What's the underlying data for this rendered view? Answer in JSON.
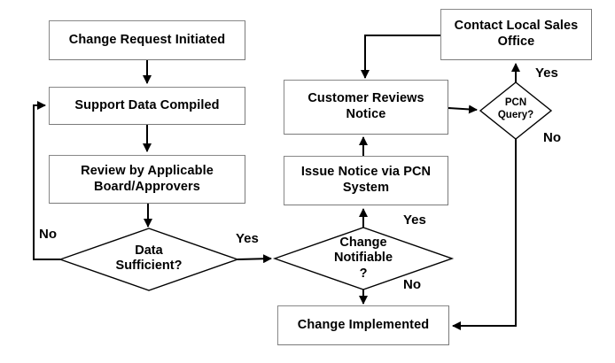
{
  "diagram": {
    "title": "Change Request / PCN Process Flowchart",
    "background": "#ffffff",
    "stroke": "#000000",
    "box_border": "#888888",
    "nodes": {
      "change_request_initiated": "Change Request  Initiated",
      "support_data_compiled": "Support Data Compiled",
      "review_by_board": "Review by Applicable\nBoard/Approvers",
      "data_sufficient": "Data\nSufficient?",
      "change_notifiable": "Change\nNotifiable\n?",
      "change_implemented": "Change Implemented",
      "issue_notice_pcn": "Issue Notice via PCN\nSystem",
      "customer_reviews_notice": "Customer Reviews\nNotice",
      "pcn_query": "PCN\nQuery?",
      "contact_local_sales": "Contact Local Sales\nOffice"
    },
    "edge_labels": {
      "data_sufficient_no": "No",
      "data_sufficient_yes": "Yes",
      "change_notifiable_yes": "Yes",
      "change_notifiable_no": "No",
      "pcn_query_yes": "Yes",
      "pcn_query_no": "No"
    }
  }
}
